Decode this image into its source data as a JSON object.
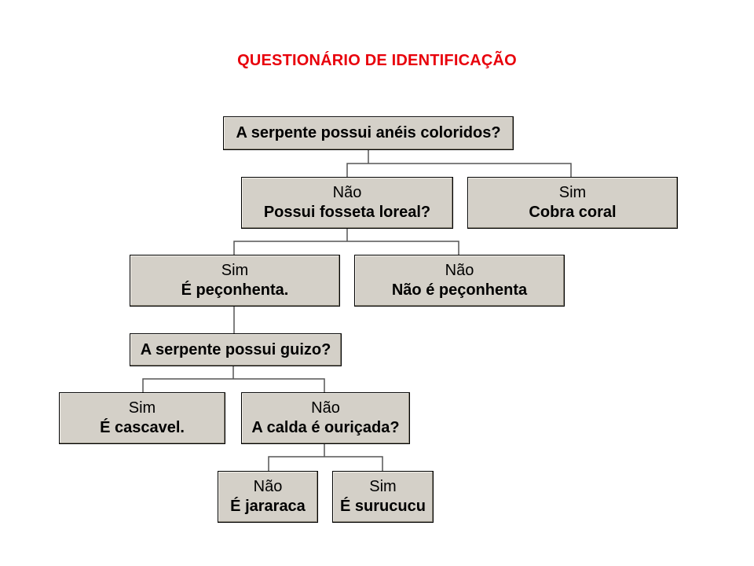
{
  "title": "QUESTIONÁRIO DE IDENTIFICAÇÃO",
  "colors": {
    "title": "#e8000b",
    "box_fill": "#d4d0c8",
    "border": "#000000",
    "connector": "#555555"
  },
  "nodes": {
    "q_aneis": "A serpente possui anéis coloridos?",
    "nao_fosseta": {
      "answer": "Não",
      "result": "Possui fosseta loreal?"
    },
    "sim_coral": {
      "answer": "Sim",
      "result": "Cobra coral"
    },
    "sim_peconhenta": {
      "answer": "Sim",
      "result": "É peçonhenta."
    },
    "nao_peconhenta": {
      "answer": "Não",
      "result": "Não é peçonhenta"
    },
    "q_guizo": "A serpente possui guizo?",
    "sim_cascavel": {
      "answer": "Sim",
      "result": "É cascavel."
    },
    "nao_calda": {
      "answer": "Não",
      "result": "A calda é ouriçada?"
    },
    "nao_jararaca": {
      "answer": "Não",
      "result": "É jararaca"
    },
    "sim_surucucu": {
      "answer": "Sim",
      "result": "É surucucu"
    }
  }
}
